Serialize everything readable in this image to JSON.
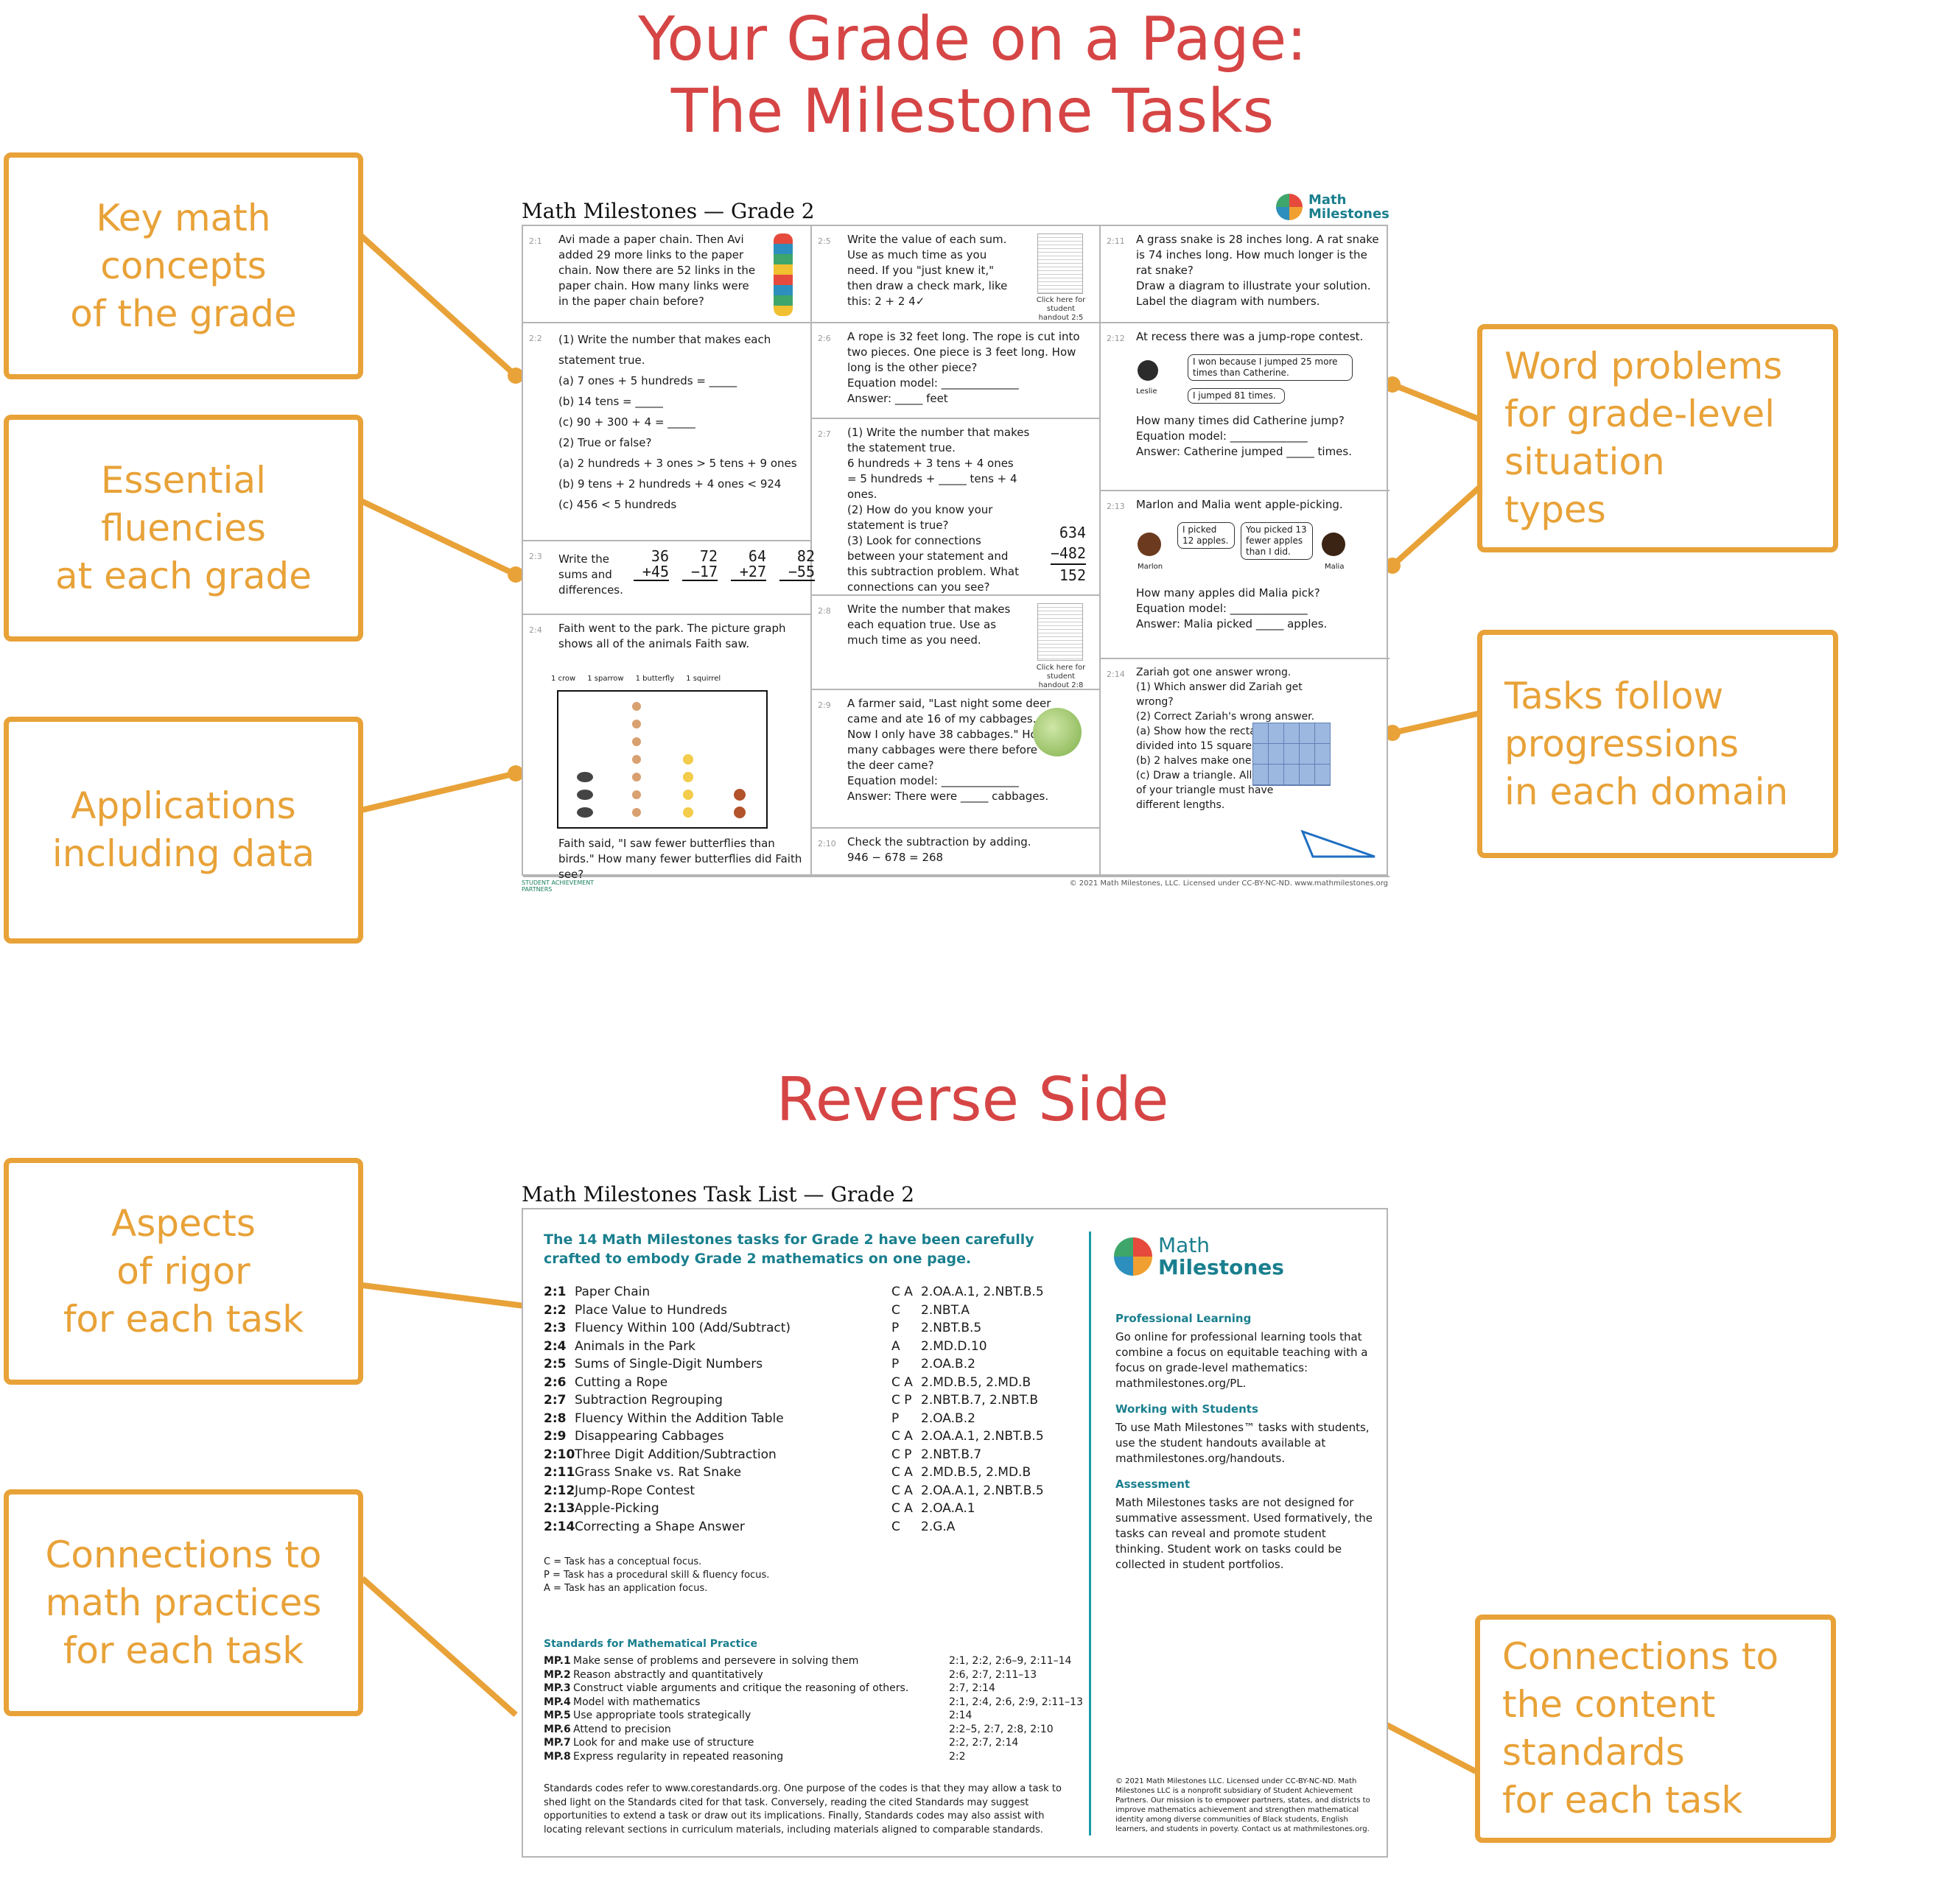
{
  "titles": {
    "line1": "Your Grade on a Page:",
    "line2": "The Milestone Tasks",
    "reverse": "Reverse Side"
  },
  "callouts": {
    "key_concepts": [
      "Key math",
      "concepts",
      "of the grade"
    ],
    "fluencies": [
      "Essential",
      "fluencies",
      "at each grade"
    ],
    "applications": [
      "Applications",
      "including data"
    ],
    "word_problems": [
      "Word problems",
      "for grade-level",
      "situation",
      "types"
    ],
    "progressions": [
      "Tasks follow",
      "progressions",
      "in each domain"
    ],
    "rigor": [
      "Aspects",
      "of rigor",
      "for each task"
    ],
    "practices": [
      "Connections to",
      "math practices",
      "for each task"
    ],
    "content_standards": [
      "Connections to",
      "the content",
      "standards",
      "for each task"
    ]
  },
  "front": {
    "header": "Math Milestones — Grade 2",
    "logo": [
      "Math",
      "Milestones"
    ],
    "footer_left": "STUDENT ACHIEVEMENT PARTNERS",
    "footer_right": "© 2021 Math Milestones, LLC. Licensed under CC-BY-NC-ND. www.mathmilestones.org",
    "tasks": {
      "t1": {
        "num": "2:1",
        "text": "Avi made a paper chain. Then Avi added 29 more links to the paper chain. Now there are 52 links in the paper chain. How many links were in the paper chain before?"
      },
      "t2": {
        "num": "2:2",
        "text": "(1) Write the number that makes each statement true.\n(a) 7 ones + 5 hundreds = _____\n(b) 14 tens = _____\n(c) 90 + 300 + 4 = _____\n(2) True or false?\n(a) 2 hundreds + 3 ones > 5 tens + 9 ones\n(b) 9 tens + 2 hundreds + 4 ones < 924\n(c) 456 < 5 hundreds"
      },
      "t3": {
        "num": "2:3",
        "text": "Write the sums and differences.",
        "problems": [
          "36 +45",
          "72 −17",
          "64 +27",
          "82 −55"
        ]
      },
      "t4": {
        "num": "2:4",
        "text": "Faith went to the park. The picture graph shows all of the animals Faith saw.",
        "legend": [
          "1 crow",
          "1 sparrow",
          "1 butterfly",
          "1 squirrel"
        ],
        "question": "Faith said, \"I saw fewer butterflies than birds.\" How many fewer butterflies did Faith see?"
      },
      "t5": {
        "num": "2:5",
        "text": "Write the value of each sum. Use as much time as you need. If you \"just knew it,\" then draw a check mark, like this: 2 + 2  4✓",
        "link": "Click here for student handout 2:5"
      },
      "t6": {
        "num": "2:6",
        "text": "A rope is 32 feet long. The rope is cut into two pieces. One piece is 3 feet long. How long is the other piece?\nEquation model: ______________\nAnswer: _____ feet"
      },
      "t7": {
        "num": "2:7",
        "text": "(1) Write the number that makes the statement true.\n6 hundreds + 3 tens + 4 ones\n= 5 hundreds + _____ tens + 4 ones.\n(2) How do you know your statement is true?\n(3) Look for connections between your statement and this subtraction problem. What connections can you see?",
        "problem": [
          "634",
          "−482",
          "152"
        ]
      },
      "t8": {
        "num": "2:8",
        "text": "Write the number that makes each equation true. Use as much time as you need.",
        "link": "Click here for student handout 2:8"
      },
      "t9": {
        "num": "2:9",
        "text": "A farmer said, \"Last night some deer came and ate 16 of my cabbages. Now I only have 38 cabbages.\" How many cabbages were there before the deer came?\nEquation model: ______________\nAnswer: There were _____ cabbages."
      },
      "t10": {
        "num": "2:10",
        "text": "Check the subtraction by adding.\n946 − 678 = 268"
      },
      "t11": {
        "num": "2:11",
        "text": "A grass snake is 28 inches long. A rat snake is 74 inches long. How much longer is the rat snake?\nDraw a diagram to illustrate your solution. Label the diagram with numbers."
      },
      "t12": {
        "num": "2:12",
        "text": "At recess there was a jump-rope contest.",
        "bubble1": "I won because I jumped 25 more times than Catherine.",
        "bubble2": "I jumped 81 times.",
        "name": "Leslie",
        "question": "How many times did Catherine jump?\nEquation model: ______________\nAnswer: Catherine jumped _____ times."
      },
      "t13": {
        "num": "2:13",
        "text": "Marlon and Malia went apple-picking.",
        "bubble1": "I picked 12 apples.",
        "bubble2": "You picked 13 fewer apples than I did.",
        "name1": "Marlon",
        "name2": "Malia",
        "question": "How many apples did Malia pick?\nEquation model: ______________\nAnswer: Malia picked _____ apples."
      },
      "t14": {
        "num": "2:14",
        "text": "Zariah got one answer wrong.\n(1) Which answer did Zariah get wrong?\n(2) Correct Zariah's wrong answer.\n(a) Show how the rectangle can be divided into 15 squares.\n(b) 2 halves make one whole.\n(c) Draw a triangle. All three sides of your triangle must have different lengths."
      }
    }
  },
  "reverse": {
    "header": "Math Milestones Task List — Grade 2",
    "intro": "The 14 Math Milestones tasks for Grade 2 have been carefully crafted to embody Grade 2 mathematics on one page.",
    "tasks": [
      {
        "id": "2:1",
        "name": "Paper Chain",
        "aspects": "C A",
        "standards": "2.OA.A.1, 2.NBT.B.5"
      },
      {
        "id": "2:2",
        "name": "Place Value to Hundreds",
        "aspects": "C",
        "standards": "2.NBT.A"
      },
      {
        "id": "2:3",
        "name": "Fluency Within 100 (Add/Subtract)",
        "aspects": "P",
        "standards": "2.NBT.B.5"
      },
      {
        "id": "2:4",
        "name": "Animals in the Park",
        "aspects": "A",
        "standards": "2.MD.D.10"
      },
      {
        "id": "2:5",
        "name": "Sums of Single-Digit Numbers",
        "aspects": "P",
        "standards": "2.OA.B.2"
      },
      {
        "id": "2:6",
        "name": "Cutting a Rope",
        "aspects": "C A",
        "standards": "2.MD.B.5, 2.MD.B"
      },
      {
        "id": "2:7",
        "name": "Subtraction Regrouping",
        "aspects": "C P",
        "standards": "2.NBT.B.7, 2.NBT.B"
      },
      {
        "id": "2:8",
        "name": "Fluency Within the Addition Table",
        "aspects": "P",
        "standards": "2.OA.B.2"
      },
      {
        "id": "2:9",
        "name": "Disappearing Cabbages",
        "aspects": "C A",
        "standards": "2.OA.A.1, 2.NBT.B.5"
      },
      {
        "id": "2:10",
        "name": "Three Digit Addition/Subtraction",
        "aspects": "C P",
        "standards": "2.NBT.B.7"
      },
      {
        "id": "2:11",
        "name": "Grass Snake vs. Rat Snake",
        "aspects": "C A",
        "standards": "2.MD.B.5, 2.MD.B"
      },
      {
        "id": "2:12",
        "name": "Jump-Rope Contest",
        "aspects": "C A",
        "standards": "2.OA.A.1, 2.NBT.B.5"
      },
      {
        "id": "2:13",
        "name": "Apple-Picking",
        "aspects": "C A",
        "standards": "2.OA.A.1"
      },
      {
        "id": "2:14",
        "name": "Correcting a Shape Answer",
        "aspects": "C",
        "standards": "2.G.A"
      }
    ],
    "key": [
      "C = Task has a conceptual focus.",
      "P = Task has a procedural skill & fluency focus.",
      "A = Task has an application focus."
    ],
    "mp_title": "Standards for Mathematical Practice",
    "mp": [
      {
        "id": "MP.1",
        "name": "Make sense of problems and persevere in solving them",
        "tasks": "2:1, 2:2, 2:6–9, 2:11–14"
      },
      {
        "id": "MP.2",
        "name": "Reason abstractly and quantitatively",
        "tasks": "2:6, 2:7, 2:11–13"
      },
      {
        "id": "MP.3",
        "name": "Construct viable arguments and critique the reasoning of others.",
        "tasks": "2:7, 2:14"
      },
      {
        "id": "MP.4",
        "name": "Model with mathematics",
        "tasks": "2:1, 2:4, 2:6, 2:9, 2:11–13"
      },
      {
        "id": "MP.5",
        "name": "Use appropriate tools strategically",
        "tasks": "2:14"
      },
      {
        "id": "MP.6",
        "name": "Attend to precision",
        "tasks": "2:2–5, 2:7, 2:8, 2:10"
      },
      {
        "id": "MP.7",
        "name": "Look for and make use of structure",
        "tasks": "2:2, 2:7, 2:14"
      },
      {
        "id": "MP.8",
        "name": "Express regularity in repeated reasoning",
        "tasks": "2:2"
      }
    ],
    "note": "Standards codes refer to www.corestandards.org. One purpose of the codes is that they may allow a task to shed light on the Standards cited for that task. Conversely, reading the cited Standards may suggest opportunities to extend a task or draw out its implications. Finally, Standards codes may also assist with locating relevant sections in curriculum materials, including materials aligned to comparable standards.",
    "logo": [
      "Math",
      "Milestones"
    ],
    "side": {
      "pl_title": "Professional Learning",
      "pl_text": "Go online for professional learning tools that combine a focus on equitable teaching with a focus on grade-level mathematics: mathmilestones.org/PL.",
      "ws_title": "Working with Students",
      "ws_text": "To use Math Milestones™ tasks with students, use the student handouts available at mathmilestones.org/handouts.",
      "as_title": "Assessment",
      "as_text": "Math Milestones tasks are not designed for summative assessment. Used formatively, the tasks can reveal and promote student thinking. Student work on tasks could be collected in student portfolios.",
      "footer": "© 2021 Math Milestones LLC. Licensed under CC-BY-NC-ND. Math Milestones LLC is a nonprofit subsidiary of Student Achievement Partners. Our mission is to empower partners, states, and districts to improve mathematics achievement and strengthen mathematical identity among diverse communities of Black students, English learners, and students in poverty. Contact us at mathmilestones.org."
    }
  }
}
